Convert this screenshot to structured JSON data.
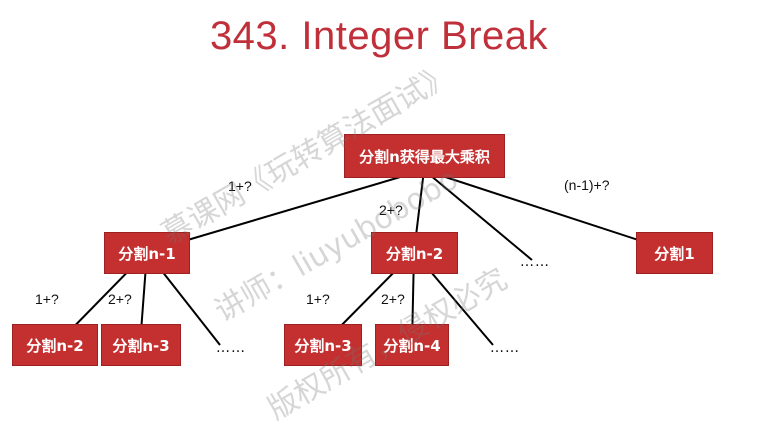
{
  "title": "343. Integer Break",
  "nodes": {
    "root": "分割n获得最大乘积",
    "n1": "分割n-1",
    "n2": "分割n-2",
    "one": "分割1",
    "n1_n2": "分割n-2",
    "n1_n3": "分割n-3",
    "n2_n3": "分割n-3",
    "n2_n4": "分割n-4"
  },
  "edge_labels": {
    "root_n1": "1+?",
    "root_n2": "2+?",
    "root_one": "(n-1)+?",
    "n1_n2": "1+?",
    "n1_n3": "2+?",
    "n2_n3": "1+?",
    "n2_n4": "2+?"
  },
  "ellipsis": "……",
  "watermark": {
    "line1": "慕课网《玩转算法面试》",
    "line2": "讲师：liuyubobobo",
    "line3": "版权所有，侵权必究"
  },
  "colors": {
    "node_fill": "#c42f2f",
    "title": "#c0303a"
  }
}
